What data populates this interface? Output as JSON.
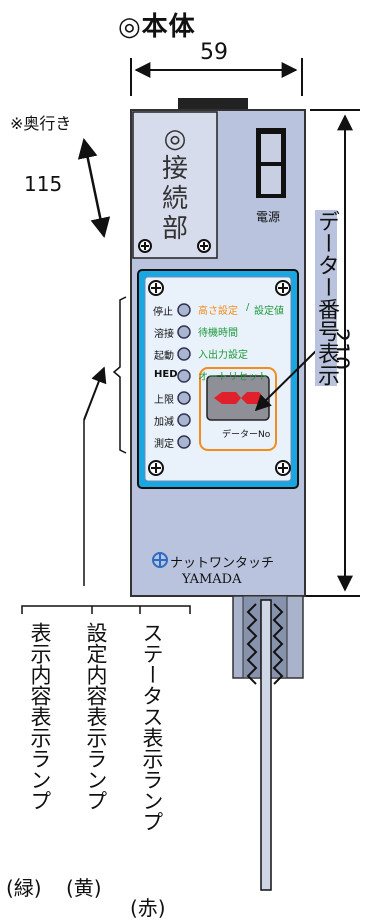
{
  "title": "◎本体",
  "dims": {
    "width": "59",
    "height": "210",
    "depth_label": "※奥行き",
    "depth": "115"
  },
  "connector": {
    "lines": [
      "◎",
      "接",
      "続",
      "部"
    ]
  },
  "power_label": "電源",
  "data_number_label": "データー番号表示",
  "panel": {
    "header_stop": "停止",
    "header_height": "高さ設定",
    "header_sep": "/",
    "header_setval": "設定値",
    "rows": [
      {
        "name": "溶接",
        "desc": "待機時間"
      },
      {
        "name": "起動",
        "desc": "入出力設定"
      },
      {
        "name": "HED",
        "desc": "オートリセット"
      },
      {
        "name": "上限",
        "desc": ""
      },
      {
        "name": "加減",
        "desc": ""
      },
      {
        "name": "測定",
        "desc": ""
      }
    ],
    "display_caption": "データーNo"
  },
  "brand": {
    "name": "ナットワンタッチ",
    "sub": "YAMADA"
  },
  "lamps": [
    {
      "text": "表示内容表示ランプ",
      "color": "(緑)"
    },
    {
      "text": "設定内容表示ランプ",
      "color": "(黄)"
    },
    {
      "text": "ステータス表示ランプ",
      "color": "(赤)"
    }
  ],
  "colors": {
    "body": "#b9c3dd",
    "panel": "#1aa6e0",
    "panel_inner": "#e9f1fb",
    "orange": "#f28c1c",
    "green": "#1f9a3a",
    "led_red": "#e0202a"
  }
}
